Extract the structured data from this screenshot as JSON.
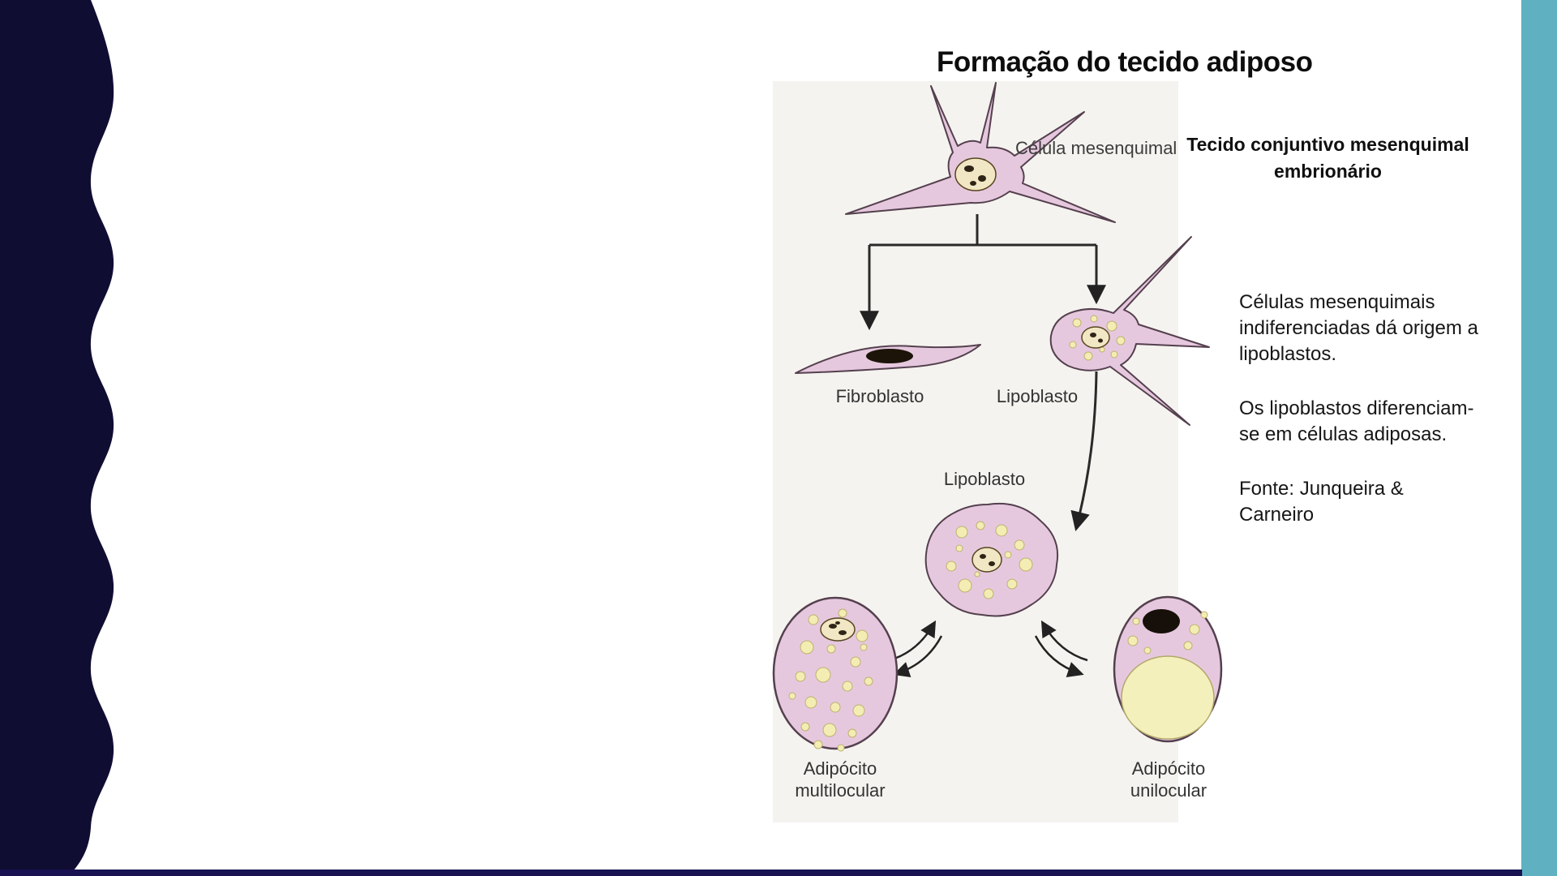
{
  "slide": {
    "title": "Formação do tecido adiposo",
    "heading_line1": "Tecido conjuntivo mesenquimal",
    "heading_line2": "embrionário",
    "paragraphs": [
      "Células mesenquimais indiferenciadas dá origem a lipoblastos.",
      "Os lipoblastos diferenciam-se em células adiposas.",
      "Fonte: Junqueira & Carneiro"
    ]
  },
  "diagram": {
    "label_celula_mesenquimal": "Célula mesenquimal",
    "label_fibroblasto": "Fibroblasto",
    "label_lipoblasto_branch": "Lipoblasto",
    "label_lipoblasto_center": "Lipoblasto",
    "label_adipocito_multilocular_line1": "Adipócito",
    "label_adipocito_multilocular_line2": "multilocular",
    "label_adipocito_unilocular_line1": "Adipócito",
    "label_adipocito_unilocular_line2": "unilocular"
  },
  "theme": {
    "left_shape_color": "#100d33",
    "right_bar_color": "#5fb1c2",
    "bottom_bar_color": "#181253",
    "cell_body_pink": "#e6c8de",
    "cell_outline": "#54404e",
    "lipid_droplet_yellow": "#f3edb3",
    "droplet_outline": "#bdb26e",
    "vacuole_yellow": "#f4f0bb",
    "nucleus_beige": "#f2e7c4",
    "figure_background": "#f5f3ef"
  }
}
